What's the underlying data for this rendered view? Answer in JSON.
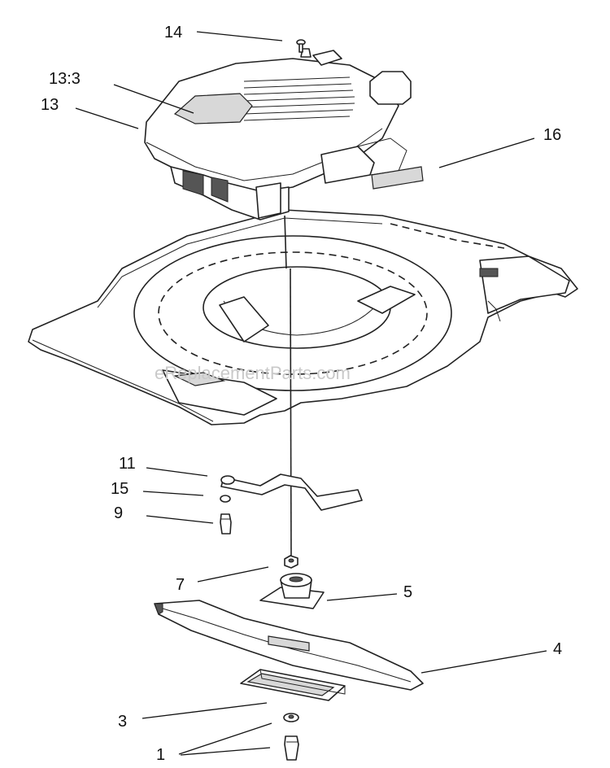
{
  "watermark": "eReplacementParts.com",
  "callouts": [
    {
      "id": "14",
      "label": "14"
    },
    {
      "id": "13-3",
      "label": "13:3"
    },
    {
      "id": "13",
      "label": "13"
    },
    {
      "id": "16",
      "label": "16"
    },
    {
      "id": "11",
      "label": "11"
    },
    {
      "id": "15",
      "label": "15"
    },
    {
      "id": "9",
      "label": "9"
    },
    {
      "id": "7",
      "label": "7"
    },
    {
      "id": "5",
      "label": "5"
    },
    {
      "id": "4",
      "label": "4"
    },
    {
      "id": "3",
      "label": "3"
    },
    {
      "id": "1",
      "label": "1"
    }
  ]
}
